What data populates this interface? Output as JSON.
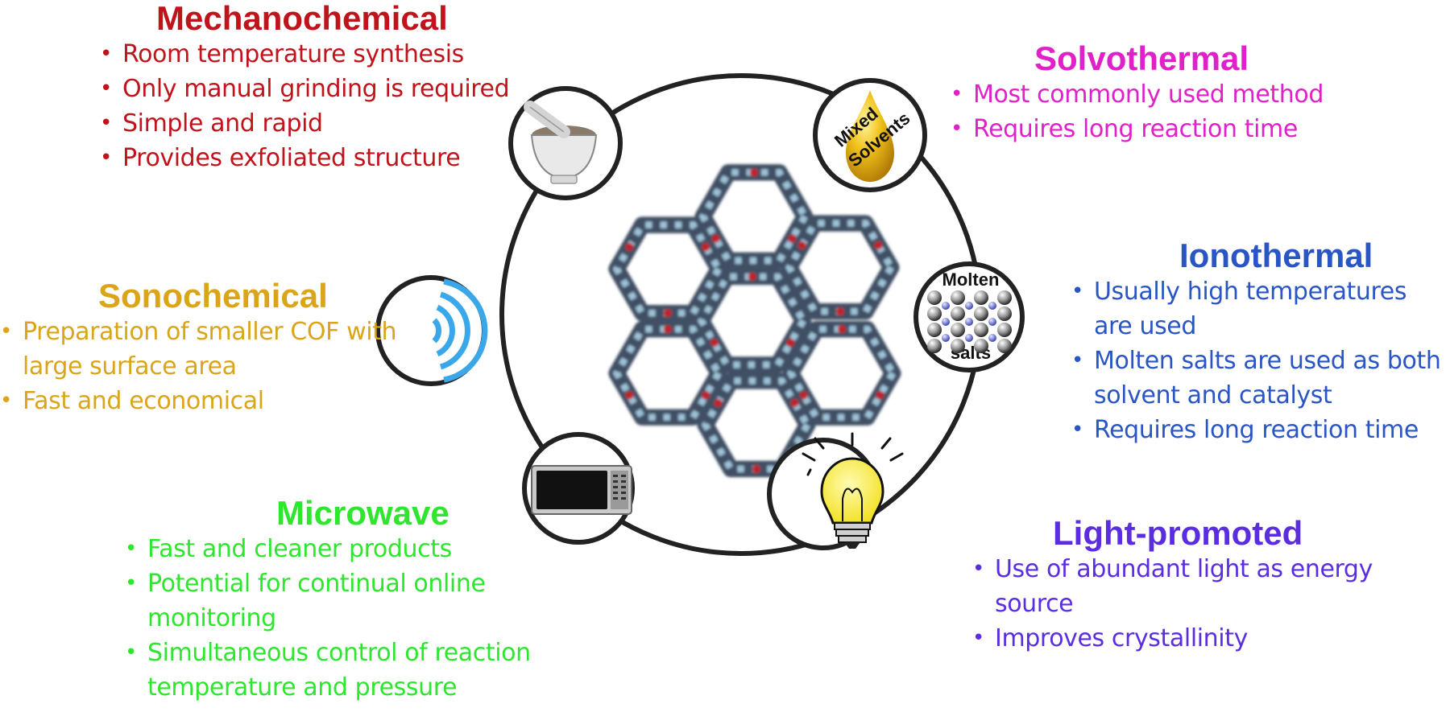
{
  "colors": {
    "mechanochemical": "#c0141c",
    "solvothermal": "#e020c8",
    "ionothermal": "#2a55c4",
    "sonochemical": "#dba51a",
    "microwave": "#2ee62e",
    "light_promoted": "#5a2ee0"
  },
  "methods": {
    "mechanochemical": {
      "title": "Mechanochemical",
      "points": [
        "Room temperature synthesis",
        "Only manual grinding is required",
        "Simple and rapid",
        "Provides exfoliated structure"
      ]
    },
    "solvothermal": {
      "title": "Solvothermal",
      "points": [
        "Most commonly used method",
        "Requires long reaction time"
      ]
    },
    "ionothermal": {
      "title": "Ionothermal",
      "points": [
        "Usually high temperatures are used",
        "Molten salts are used as both solvent and catalyst",
        "Requires long reaction time"
      ]
    },
    "sonochemical": {
      "title": "Sonochemical",
      "points": [
        "Preparation of smaller COF with large surface area",
        "Fast and economical"
      ]
    },
    "microwave": {
      "title": "Microwave",
      "points": [
        "Fast and cleaner products",
        "Potential for continual online monitoring",
        "Simultaneous control of reaction temperature and pressure"
      ]
    },
    "light_promoted": {
      "title": "Light-promoted",
      "points": [
        "Use of abundant light as energy source",
        "Improves crystallinity"
      ]
    }
  },
  "icons": {
    "mortar": "mortar-pestle-icon",
    "oil_drop": "solvent-drop-icon",
    "molten_salts": "molten-salts-icon",
    "sound_waves": "sound-waves-icon",
    "microwave_oven": "microwave-oven-icon",
    "light_bulb": "light-bulb-icon",
    "cof_framework": "cof-honeycomb-structure"
  },
  "icon_labels": {
    "mixed_solvents_line1": "Mixed",
    "mixed_solvents_line2": "Solvents",
    "molten_line1": "Molten",
    "molten_line2": "salts"
  }
}
